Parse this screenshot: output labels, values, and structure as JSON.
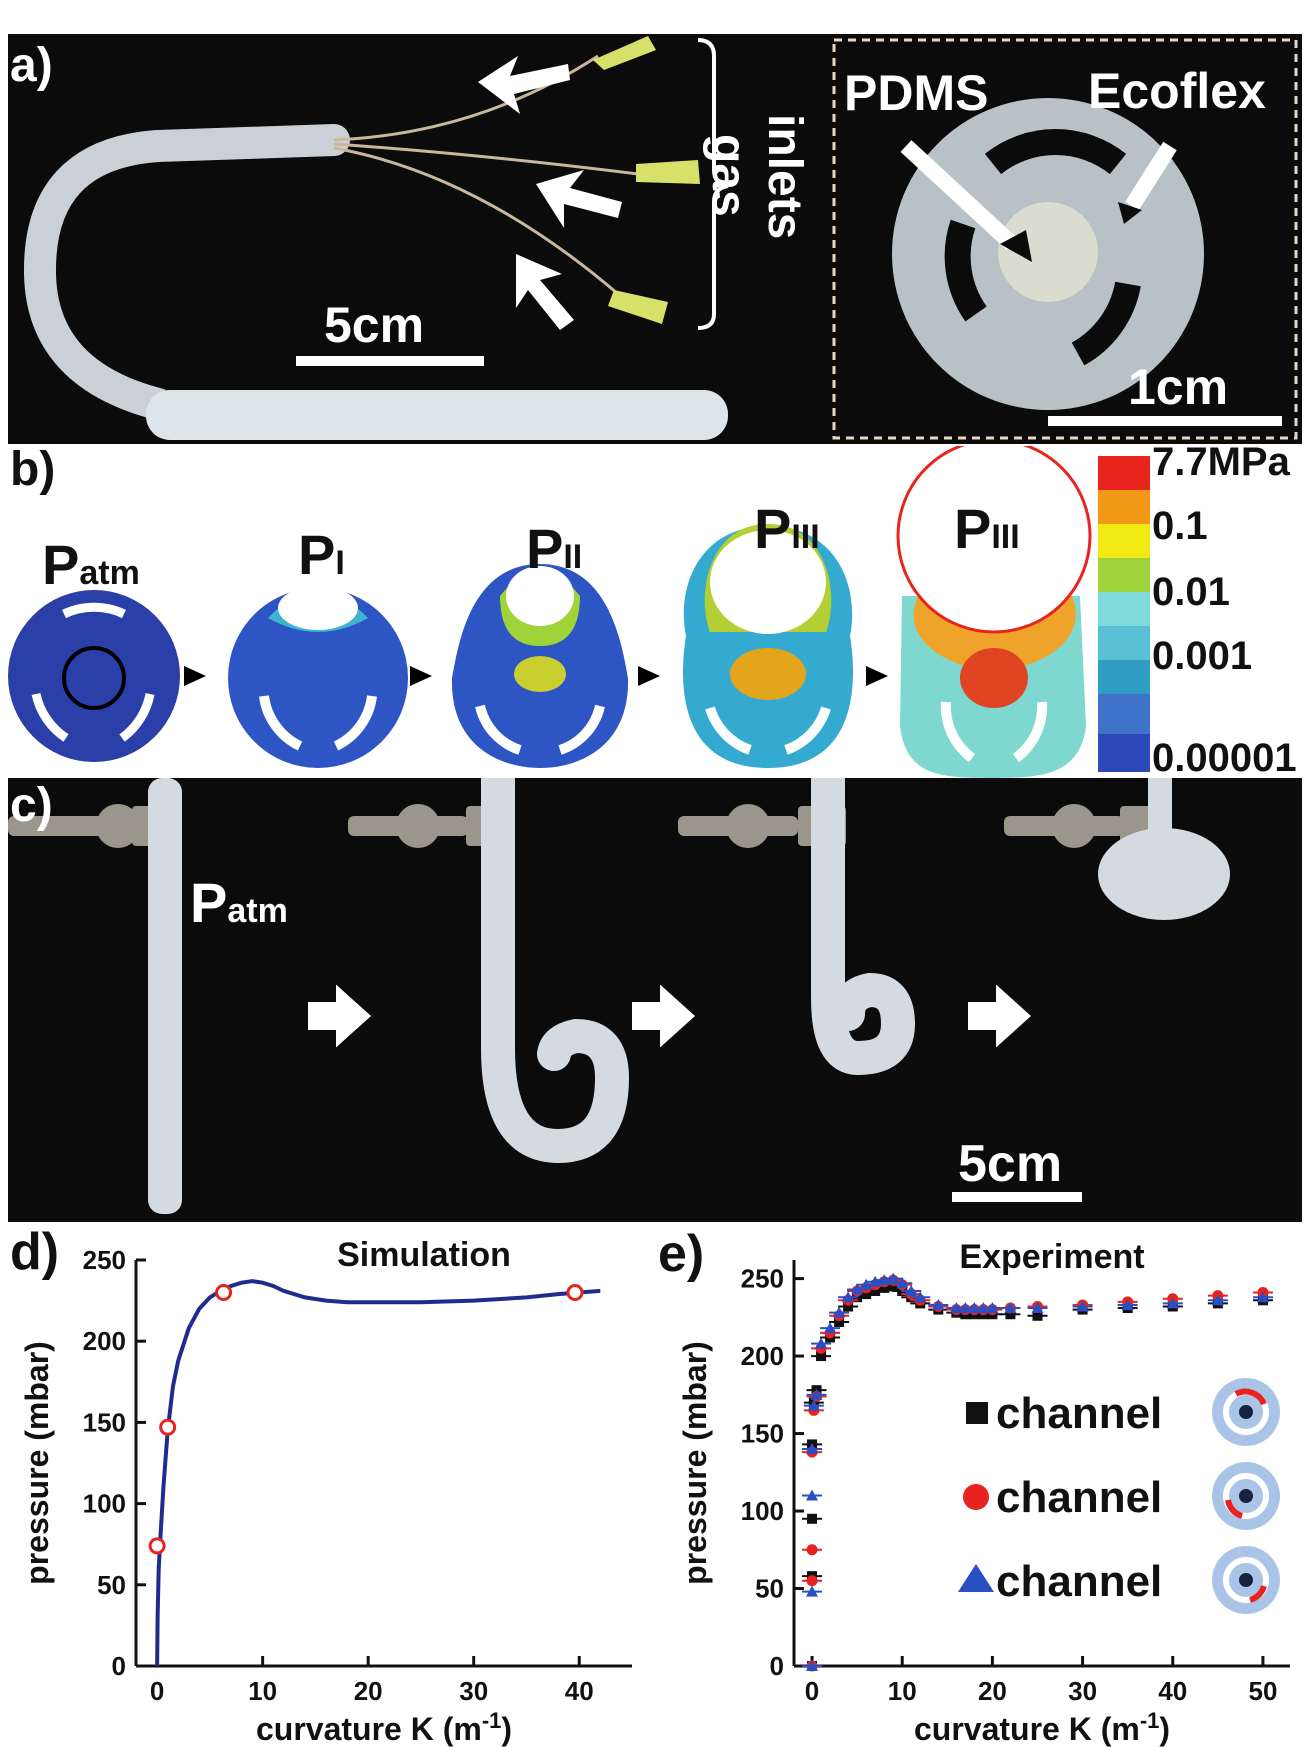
{
  "panel_a": {
    "label": "a)",
    "scale_left": "5cm",
    "gas_inlets": [
      "gas",
      "inlets"
    ],
    "inset": {
      "pdms": "PDMS",
      "ecoflex": "Ecoflex",
      "scale": "1cm"
    }
  },
  "panel_b": {
    "label": "b)",
    "states": [
      "P",
      "P",
      "P",
      "P",
      "P"
    ],
    "state_subs": [
      "atm",
      "I",
      "II",
      "III",
      "III"
    ],
    "colorbar": {
      "ticks": [
        "7.7MPa",
        "0.1",
        "0.01",
        "0.001",
        "0.00001"
      ],
      "colors": [
        "#e8251c",
        "#f29a17",
        "#f2ea13",
        "#9fd33a",
        "#7fdadb",
        "#58c0d2",
        "#2f9cc3",
        "#3f73c9",
        "#2d49b9"
      ]
    }
  },
  "panel_c": {
    "label": "c)",
    "state": "P",
    "state_sub": "atm",
    "scale": "5cm"
  },
  "colors": {
    "curve": "#1f2b8f",
    "marker_red": "#e8231f",
    "series_black": "#111111",
    "series_red": "#e8231f",
    "series_blue": "#2a4ec4"
  },
  "chart_data": [
    {
      "panel": "d)",
      "type": "line",
      "title": "Simulation",
      "xlabel": "curvature K (m",
      "xlabel_sup": "-1",
      "xlabel_close": ")",
      "ylabel": "pressure (mbar)",
      "xlim": [
        -2,
        45
      ],
      "ylim": [
        0,
        250
      ],
      "xticks": [
        0,
        10,
        20,
        30,
        40
      ],
      "yticks": [
        0,
        50,
        100,
        150,
        200,
        250
      ],
      "curve": {
        "x": [
          0.0,
          0.05,
          0.15,
          0.3,
          0.6,
          1.0,
          1.5,
          2.0,
          3.0,
          4.0,
          5.0,
          6.0,
          7.0,
          8.0,
          9.0,
          10.0,
          11.0,
          12.0,
          14.0,
          16.0,
          18.0,
          20.0,
          25.0,
          30.0,
          35.0,
          38.0,
          40.0,
          42.0
        ],
        "y": [
          0,
          30,
          60,
          78,
          110,
          145,
          172,
          188,
          208,
          220,
          227,
          231,
          234,
          236,
          237,
          236,
          234,
          231,
          227,
          225,
          224,
          224,
          224,
          225,
          227,
          229,
          230,
          231
        ]
      },
      "markers": {
        "x": [
          0.0,
          1.0,
          6.3,
          39.6
        ],
        "y": [
          74,
          147,
          230,
          230
        ]
      }
    },
    {
      "panel": "e)",
      "type": "scatter",
      "title": "Experiment",
      "xlabel": "curvature K (m",
      "xlabel_sup": "-1",
      "xlabel_close": ")",
      "ylabel": "pressure (mbar)",
      "xlim": [
        -2,
        53
      ],
      "ylim": [
        0,
        262
      ],
      "xticks": [
        0,
        10,
        20,
        30,
        40,
        50
      ],
      "yticks": [
        0,
        50,
        100,
        150,
        200,
        250
      ],
      "series": [
        {
          "name": "channel",
          "marker": "square",
          "x": [
            0,
            0,
            0,
            0,
            0.2,
            0.5,
            1,
            2,
            3,
            4,
            5,
            6,
            7,
            8,
            9,
            10,
            11,
            12,
            14,
            16,
            17,
            18,
            19,
            20,
            22,
            25,
            30,
            35,
            40,
            45,
            50
          ],
          "y": [
            0,
            58,
            95,
            143,
            170,
            178,
            200,
            212,
            222,
            232,
            238,
            240,
            242,
            244,
            245,
            242,
            238,
            234,
            230,
            228,
            227,
            227,
            227,
            227,
            227,
            226,
            230,
            231,
            232,
            234,
            236
          ]
        },
        {
          "name": "channel",
          "marker": "circle",
          "x": [
            0,
            0,
            0,
            0,
            0.2,
            0.5,
            1,
            2,
            3,
            4,
            5,
            6,
            7,
            8,
            9,
            10,
            11,
            12,
            14,
            16,
            17,
            18,
            19,
            20,
            22,
            25,
            30,
            35,
            40,
            45,
            50
          ],
          "y": [
            0,
            55,
            75,
            138,
            165,
            174,
            205,
            215,
            226,
            236,
            242,
            244,
            246,
            248,
            249,
            246,
            240,
            236,
            232,
            230,
            230,
            230,
            230,
            230,
            231,
            232,
            233,
            235,
            237,
            239,
            241
          ]
        },
        {
          "name": "channel",
          "marker": "triangle",
          "x": [
            0,
            0,
            0,
            0,
            0.2,
            0.5,
            1,
            2,
            3,
            4,
            5,
            6,
            7,
            8,
            9,
            10,
            11,
            12,
            14,
            16,
            17,
            18,
            19,
            20,
            22,
            25,
            30,
            35,
            40,
            45,
            50
          ],
          "y": [
            0,
            48,
            110,
            140,
            168,
            175,
            208,
            218,
            228,
            238,
            243,
            246,
            248,
            249,
            250,
            247,
            242,
            238,
            233,
            231,
            231,
            231,
            231,
            231,
            231,
            231,
            232,
            233,
            234,
            236,
            238
          ]
        }
      ]
    }
  ]
}
